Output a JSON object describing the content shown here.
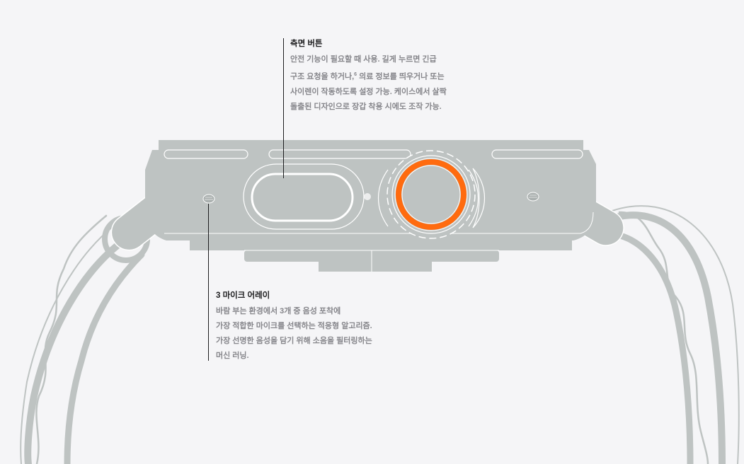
{
  "side_button": {
    "title": "측면 버튼",
    "lines": [
      "안전 기능이 필요할 때 사용. 길게 누르면 긴급",
      "구조 요청을 하거나,",
      " 의료 정보를 띄우거나 또는",
      "사이렌이 작동하도록 설정 가능. 케이스에서 살짝",
      "돌출된 디자인으로 장갑 착용 시에도 조작 가능."
    ],
    "footnote": "6"
  },
  "mic_array": {
    "title": "3 마이크 어레이",
    "lines": [
      "바람 부는 환경에서 3개 중 음성 포착에",
      "가장 적합한 마이크를 선택하는 적응형 알고리즘.",
      "가장 선명한 음성을 담기 위해 소음을 필터링하는",
      "머신 러닝."
    ]
  },
  "colors": {
    "background": "#f5f5f7",
    "case": "#bec3c2",
    "highlight": "#ffffff",
    "crown_accent": "#ff6b0f",
    "text": "#1d1d1f",
    "text_secondary": "#86868b"
  },
  "icons": {
    "side_button": "side-button-pill",
    "digital_crown": "digital-crown-orange-ring",
    "microphone": "microphone-grille"
  }
}
